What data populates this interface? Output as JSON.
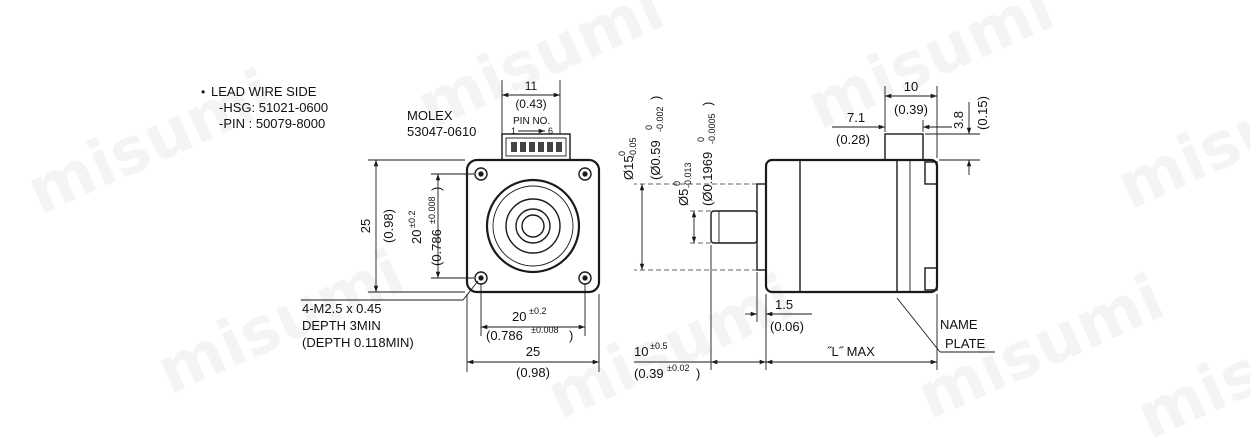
{
  "notes": {
    "bullet": "•",
    "lead_wire_side": "LEAD WIRE SIDE",
    "hsg": "-HSG: 51021-0600",
    "pin": "-PIN  : 50079-8000"
  },
  "connector": {
    "brand": "MOLEX",
    "part": "53047-0610",
    "pin_no": "PIN  NO.",
    "pin_first": "1",
    "pin_last": "6",
    "width_mm": "11",
    "width_in": "(0.43)"
  },
  "front": {
    "size_mm": "25",
    "size_in": "(0.98)",
    "hole_pitch_mm": "20",
    "hole_pitch_tol": "±0.2",
    "hole_pitch_in": "(0.786",
    "hole_pitch_in_tol": "±0.008",
    "hole_pitch_in_close": ")",
    "h_pitch_mm": "20",
    "h_pitch_tol": "±0.2",
    "h_pitch_in": "(0.786",
    "h_pitch_in_tol": "±0.008",
    "h_pitch_in_close": ")",
    "h_size_mm": "25",
    "h_size_in": "(0.98)",
    "holes_spec": "4-M2.5 x 0.45",
    "depth_mm": "DEPTH 3MIN",
    "depth_in": "(DEPTH 0.118MIN)"
  },
  "side": {
    "boss_dia": "Ø15",
    "boss_tol_upper": "0",
    "boss_tol_lower": "-0.05",
    "boss_dia_in": "(Ø0.59",
    "boss_in_tol_upper": "0",
    "boss_in_tol_lower": "-0.002",
    "boss_close": ")",
    "shaft_dia": "Ø5",
    "shaft_tol_upper": "0",
    "shaft_tol_lower": "-0.013",
    "shaft_dia_in": "(Ø0.1969",
    "shaft_in_tol_upper": "0",
    "shaft_in_tol_lower": "-0.0005",
    "shaft_close": ")",
    "shaft_len_mm": "10",
    "shaft_len_tol": "±0.5",
    "shaft_len_in": "(0.39",
    "shaft_len_in_tol": "±0.02",
    "shaft_len_in_close": ")",
    "flange_mm": "1.5",
    "flange_in": "(0.06)",
    "length_label": "˝L˝ MAX",
    "conn_width_mm": "10",
    "conn_width_in": "(0.39)",
    "conn_offset_mm": "7.1",
    "conn_offset_in": "(0.28)",
    "conn_height_mm": "3.8",
    "conn_height_in": "(0.15)",
    "nameplate_1": "NAME",
    "nameplate_2": "PLATE"
  },
  "watermark": "misumi"
}
